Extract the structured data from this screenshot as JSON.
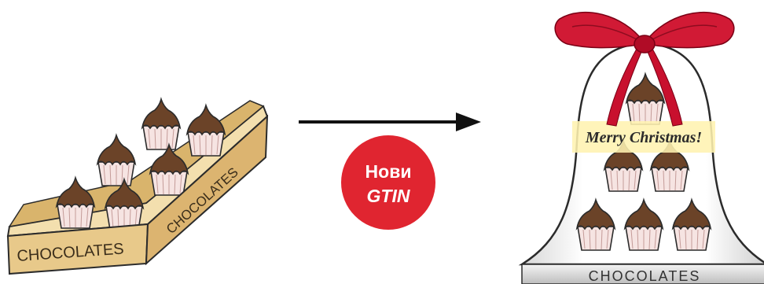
{
  "left_box": {
    "front_label": "CHOCOLATES",
    "side_label": "CHOCOLATES"
  },
  "badge": {
    "line1": "Нови",
    "line2": "GTIN"
  },
  "bell": {
    "banner_text": "Merry Christmas!",
    "base_label": "CHOCOLATES"
  },
  "colors": {
    "box_fill": "#e8c98a",
    "box_outline": "#2b2b2b",
    "chocolate": "#6b4328",
    "liner": "#f6e4e2",
    "badge": "#e02530",
    "ribbon": "#c8102e",
    "banner": "#fff3b0",
    "arrow": "#111111"
  },
  "icons": [
    "arrow-right-icon",
    "ribbon-bow-icon"
  ]
}
